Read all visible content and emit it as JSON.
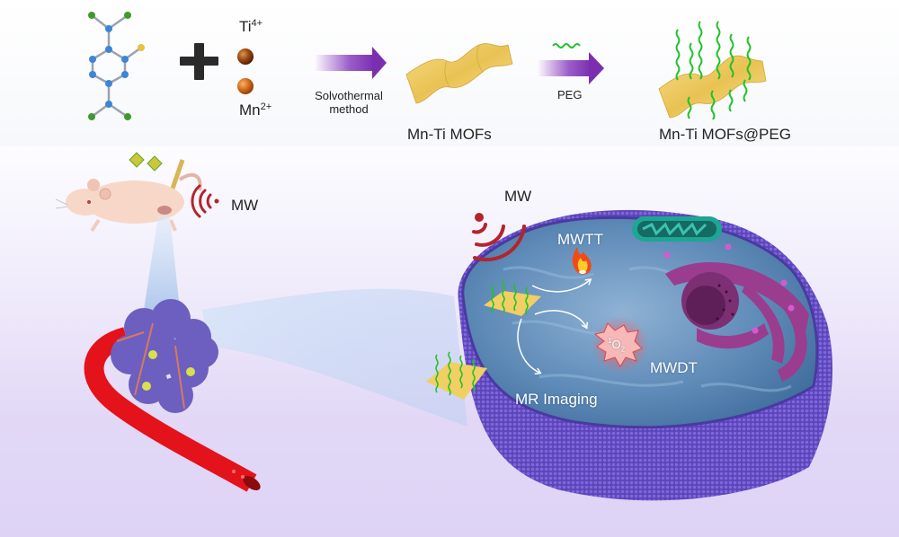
{
  "figure": {
    "synthesis": {
      "ions": {
        "ti_label": "Ti",
        "ti_charge": "4+",
        "mn_label": "Mn",
        "mn_charge": "2+"
      },
      "step1_label_line1": "Solvothermal",
      "step1_label_line2": "method",
      "product1_label": "Mn-Ti MOFs",
      "step2_label": "PEG",
      "product2_label": "Mn-Ti MOFs@PEG"
    },
    "in_vivo": {
      "mouse_mw_label": "MW"
    },
    "cell": {
      "mw_label": "MW",
      "mwtt_label": "MWTT",
      "singlet_oxygen_prefix": "1",
      "singlet_oxygen_label": "O",
      "singlet_oxygen_sub": "2",
      "mwdt_label": "MWDT",
      "mr_label": "MR Imaging"
    },
    "colors": {
      "arrow_purple": "#7b2fb0",
      "mof_gold": "#f1cf64",
      "peg_green": "#22c22a",
      "mw_red": "#b3252b",
      "cell_blue": "#4f7ba8",
      "membrane_purple": "#6a4fc8",
      "organelle_magenta": "#9a3d8f",
      "mitochondria_teal": "#1fa594",
      "vessel_red": "#e4121a",
      "tumor_purple": "#6c5fc0"
    }
  }
}
